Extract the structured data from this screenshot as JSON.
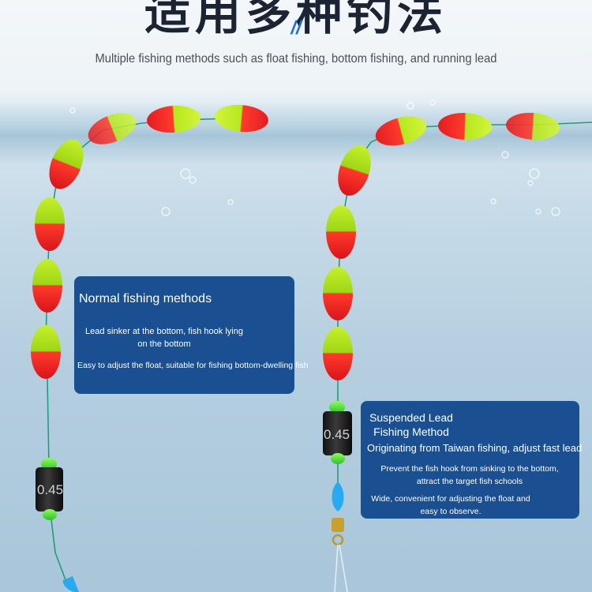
{
  "header": {
    "title_cn": "适用多种钓法",
    "divider_mark": "//",
    "subtitle": "Multiple fishing methods such as float fishing, bottom fishing, and running lead"
  },
  "left_panel": {
    "heading": "Normal fishing methods",
    "desc1": "Lead sinker at the bottom, fish hook lying on the bottom",
    "desc2": "Easy to adjust the float, suitable for fishing bottom-dwelling fish"
  },
  "right_panel": {
    "heading": "Suspended Lead Fishing Method",
    "sub": "Originating from Taiwan fishing, adjust fast lead",
    "desc1": "Prevent the fish hook from sinking to the bottom, attract the target fish schools",
    "desc2": "Wide, convenient for adjusting the float and easy to observe."
  },
  "sinkers": {
    "left_weight": "0.45",
    "right_weight": "0.45"
  },
  "colors": {
    "panel_bg": "#1a4f92",
    "float_green": "#b7e61e",
    "float_red": "#ff2b2b",
    "line_green": "#1f9e7a",
    "accent_blue": "#1f6ee8"
  }
}
